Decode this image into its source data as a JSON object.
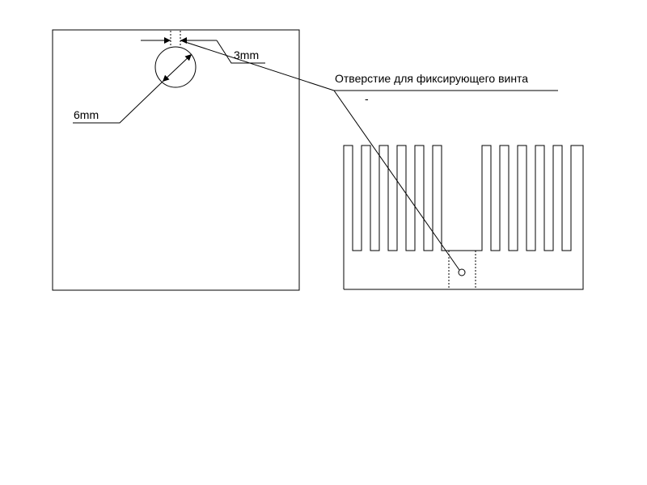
{
  "labels": {
    "hole_diameter": "6mm",
    "screw_diameter": "3mm",
    "screw_hole": "Отверстие для фиксирующего винта",
    "dash_mark": "-"
  },
  "colors": {
    "line": "#000000",
    "background": "#ffffff"
  }
}
